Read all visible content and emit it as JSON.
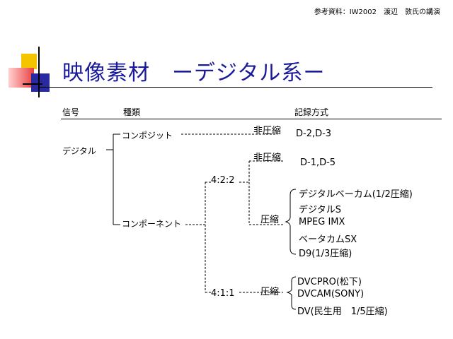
{
  "source_note": "参考資料：IW2002　渡辺　敦氏の講演",
  "title": "映像素材　ーデジタル系ー",
  "headers": {
    "signal": "信号",
    "type": "種類",
    "recording": "記録方式"
  },
  "signal": "デジタル",
  "composite": {
    "label": "コンポジット",
    "mode": "非圧縮",
    "formats": "D-2,D-3"
  },
  "component": {
    "label": "コンポーネント",
    "s422": {
      "label": "4:2:2",
      "uncompressed_label": "非圧縮",
      "uncompressed_formats": "D-1,D-5",
      "compressed_label": "圧縮",
      "compressed_formats": [
        "デジタルベーカム(1/2圧縮)",
        "デジタルS",
        "MPEG IMX",
        "ベータカムSX",
        "D9(1/3圧縮)"
      ]
    },
    "s411": {
      "label": "4:1:1",
      "compressed_label": "圧縮",
      "compressed_formats": [
        "DVCPRO(松下)",
        "DVCAM(SONY)",
        "DV(民生用　1/5圧縮)"
      ]
    }
  },
  "colors": {
    "title": "#1a1a99",
    "deco_yellow": "#f4c400",
    "deco_red": "#e84040",
    "deco_blue": "#2a2aa0",
    "rule": "#000000"
  }
}
